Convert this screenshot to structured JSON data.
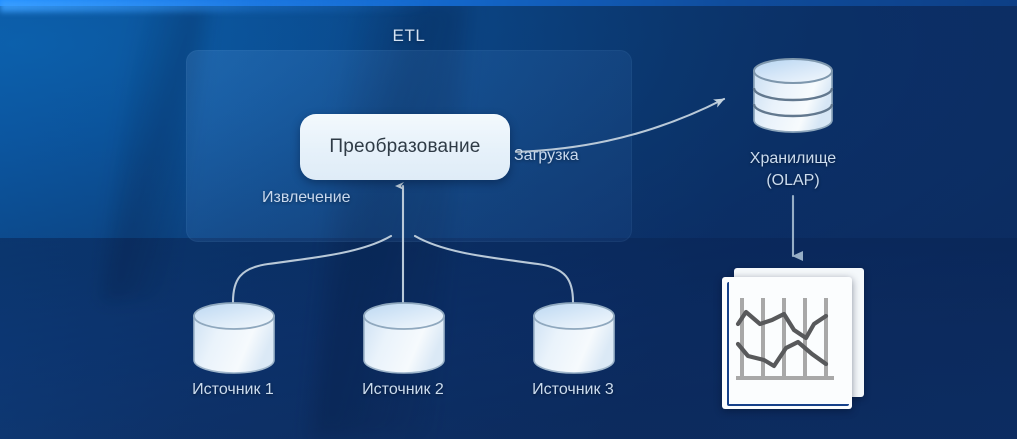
{
  "diagram": {
    "title": "ETL",
    "panel_label": "ETL",
    "transform_box_label": "Преобразование",
    "extract_label": "Извлечение",
    "load_label": "Загрузка",
    "warehouse": {
      "label_line1": "Хранилище",
      "label_line2": "(OLAP)",
      "icon": "database-cylinder-stacked-icon",
      "bands": 3
    },
    "sources": [
      {
        "label": "Источник 1",
        "icon": "database-cylinder-icon"
      },
      {
        "label": "Источник 2",
        "icon": "database-cylinder-icon"
      },
      {
        "label": "Источник 3",
        "icon": "database-cylinder-icon"
      }
    ],
    "report": {
      "icon": "report-document-chart-icon",
      "chart_type": "line",
      "gridlines": 5,
      "series_count": 2
    },
    "arrows": [
      {
        "name": "extract-arrow",
        "from": "sources",
        "to": "transform",
        "direction": "up"
      },
      {
        "name": "load-arrow",
        "from": "transform",
        "to": "warehouse",
        "direction": "up-right"
      },
      {
        "name": "report-arrow",
        "from": "warehouse",
        "to": "report",
        "direction": "down"
      }
    ],
    "colors": {
      "background_light": "#0b5aa0",
      "background_dark": "#0f2f63",
      "accent_strip": "#1f8dff",
      "panel_fill": "rgba(120,180,245,0.15)",
      "box_fill": "#eaf3fb",
      "box_text": "#2f3b46",
      "label_text": "#ccdcee",
      "connector": "#b9c9d8",
      "cylinder_fill": "#dceaf7",
      "report_accent": "#16418a"
    }
  },
  "chart_data": {
    "type": "line",
    "title": "",
    "xlabel": "",
    "ylabel": "",
    "gridlines_x": 5,
    "series": [
      {
        "name": "series-1",
        "values": [
          74,
          66,
          58,
          70,
          62,
          44,
          56,
          40,
          60,
          68
        ]
      },
      {
        "name": "series-2",
        "values": [
          40,
          30,
          22,
          18,
          30,
          44,
          40,
          30,
          20,
          14
        ]
      }
    ]
  }
}
